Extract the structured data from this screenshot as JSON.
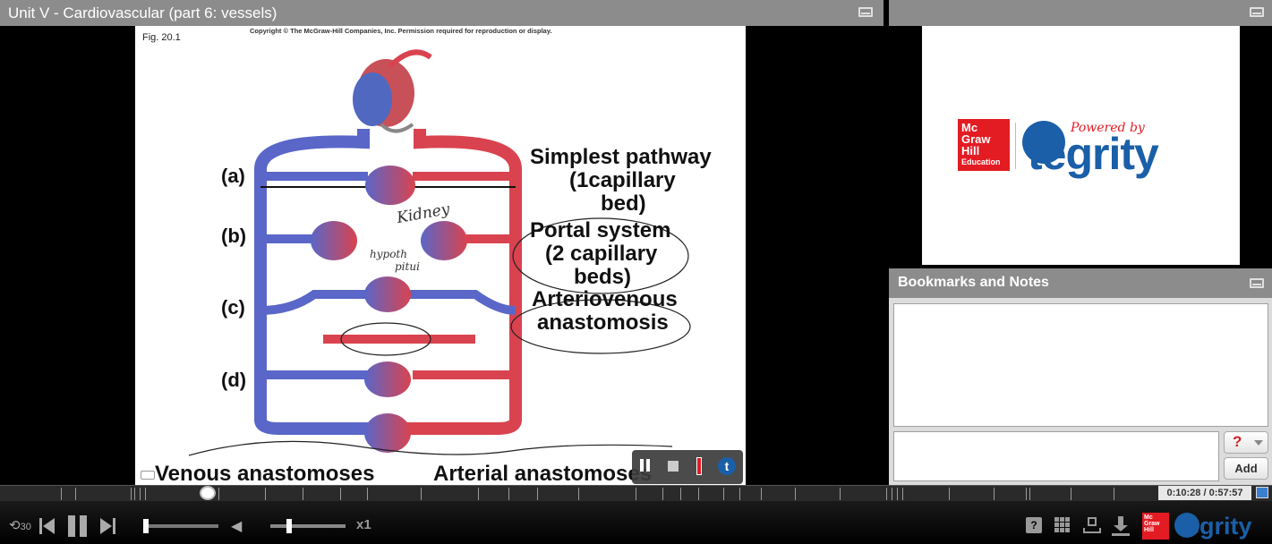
{
  "video_panel": {
    "title": "Unit V - Cardiovascular (part 6: vessels)"
  },
  "slide": {
    "fig_label": "Fig. 20.1",
    "copyright": "Copyright © The McGraw-Hill Companies, Inc. Permission required for reproduction or display.",
    "labels": {
      "a": "(a)",
      "b": "(b)",
      "c": "(c)",
      "d": "(d)"
    },
    "text_simplest_1": "Simplest pathway",
    "text_simplest_2": "(1capillary",
    "text_simplest_3": "bed)",
    "text_portal_1": "Portal system",
    "text_portal_2": "(2 capillary",
    "text_portal_3": "beds)",
    "text_av_1": "Arteriovenous",
    "text_av_2": "anastomosis",
    "venous": "Venous anastomoses",
    "arterial": "Arterial anastomoses",
    "annotation_kidney": "Kidney",
    "annotation_hypoth": "hypoth",
    "annotation_pitui": "pitui"
  },
  "logo_panel": {
    "brand_mcgraw": [
      "Mc",
      "Graw",
      "Hill",
      "Education"
    ],
    "powered_by": "Powered by",
    "tegrity": "tegrity"
  },
  "bookmarks": {
    "title": "Bookmarks and Notes",
    "help_label": "?",
    "add_label": "Add"
  },
  "timeline": {
    "time": "0:10:28 / 0:57:57",
    "progress": 0.181
  },
  "controls": {
    "skip_back": "30",
    "speed": "x1"
  },
  "colors": {
    "artery": "#d9434f",
    "vein": "#5a66c8",
    "mcgraw_red": "#e31b23",
    "tegrity_blue": "#1a5fa8",
    "title_bar": "#8c8c8c"
  }
}
